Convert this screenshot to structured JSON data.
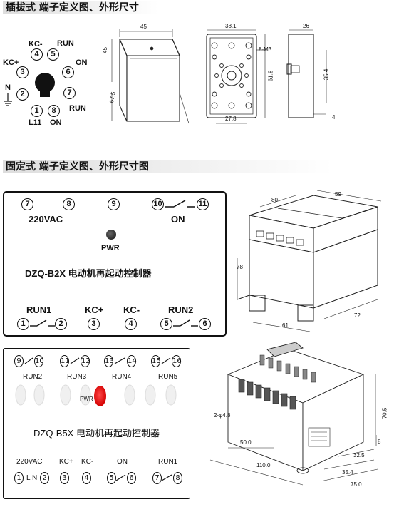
{
  "section1_title": "插拔式 端子定义图、外形尺寸",
  "section2_title": "固定式 端子定义图、外形尺寸图",
  "plug_pins": {
    "p1": "1",
    "p2": "2",
    "p3": "3",
    "p4": "4",
    "p5": "5",
    "p6": "6",
    "p7": "7",
    "p8": "8",
    "kcminus": "KC-",
    "run_top": "RUN",
    "kcplus": "KC+",
    "on_right": "ON",
    "n": "N",
    "run_right": "RUN",
    "l11": "L11",
    "on_bottom": "ON"
  },
  "dims1": {
    "d45a": "45",
    "d45b": "45",
    "d675": "67.5"
  },
  "dims2": {
    "d381": "38.1",
    "d8m3": "8-M3",
    "d618": "61.8",
    "d278": "27.8"
  },
  "dims3": {
    "d26": "26",
    "d354": "35.4",
    "d4": "4"
  },
  "b2x": {
    "n7": "7",
    "n8": "8",
    "n9": "9",
    "n10": "10",
    "n11": "11",
    "v220": "220VAC",
    "on": "ON",
    "pwr": "PWR",
    "model": "DZQ-B2X 电动机再起动控制器",
    "run1": "RUN1",
    "kcp": "KC+",
    "kcm": "KC-",
    "run2": "RUN2",
    "n1": "1",
    "n2": "2",
    "n3": "3",
    "n4": "4",
    "n5": "5",
    "n6": "6"
  },
  "box_dims": {
    "d59": "59",
    "d80": "80",
    "d78": "78",
    "d61": "61",
    "d72": "72"
  },
  "b5x": {
    "t9": "9",
    "t10": "10",
    "t11": "11",
    "t12": "12",
    "t13": "13",
    "t14": "14",
    "t15": "15",
    "t16": "16",
    "run2": "RUN2",
    "run3": "RUN3",
    "run4": "RUN4",
    "run5": "RUN5",
    "pwr": "PWR",
    "model": "DZQ-B5X 电动机再起动控制器",
    "v220": "220VAC",
    "kcp": "KC+",
    "kcm": "KC-",
    "on": "ON",
    "run1": "RUN1",
    "b1": "1",
    "l": "L",
    "n": "N",
    "b2": "2",
    "b3": "3",
    "b4": "4",
    "b5": "5",
    "b6": "6",
    "b7": "7",
    "b8": "8"
  },
  "iso_dims": {
    "d705": "70.5",
    "d2phi": "2-φ4.8",
    "d500": "50.0",
    "d325": "32.5",
    "d8": "8",
    "d1100": "110.0",
    "d354": "35.4",
    "d750": "75.0"
  }
}
